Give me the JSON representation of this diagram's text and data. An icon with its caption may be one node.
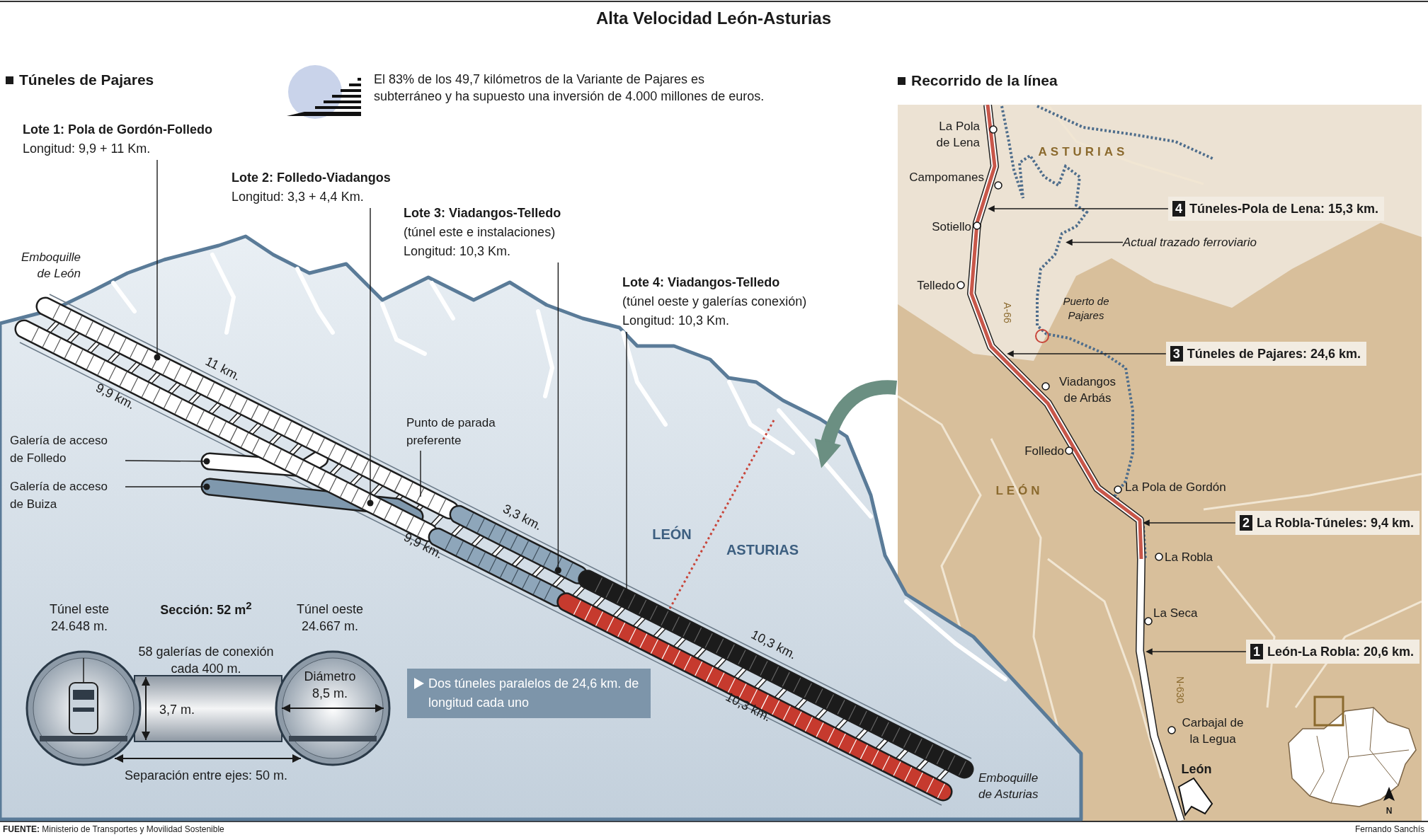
{
  "diagram": {
    "title": "Alta Velocidad León-Asturias",
    "nodes": [
      {
        "text": [
          "Lote 1: Pola de Gordón-Folledo",
          "Longitud: 9,9 + 11 Km."
        ]
      },
      {
        "text": [
          "Lote 2: Folledo-Viadangos",
          "Longitud: 3,3 + 4,4 Km."
        ]
      },
      {
        "text": [
          "Lote 3: Viadangos-Telledo",
          "(túnel este e instalaciones)",
          "Longitud: 10,3 Km."
        ]
      },
      {
        "text": [
          "Lote 4: Viadangos-Telledo",
          "(túnel oeste y galerías conexión)",
          "Longitud: 10,3 Km."
        ]
      },
      {
        "text": [
          "Galería de acceso de Folledo"
        ]
      },
      {
        "text": [
          "Galería de acceso de Buiza"
        ]
      },
      {
        "text": [
          "Punto de parada preferente"
        ]
      },
      {
        "text": [
          "Dos túneles paralelos de 24,6 km. de longitud cada uno"
        ]
      },
      {
        "text": [
          "Recorrido de la línea"
        ]
      },
      {
        "text": [
          "4",
          "Túneles-Pola de Lena: 15,3 km."
        ],
        "in": 8
      },
      {
        "text": [
          "Actual trazado ferroviario"
        ],
        "in": 8
      },
      {
        "text": [
          "3",
          "Túneles de Pajares: 24,6 km."
        ],
        "in": 8
      },
      {
        "text": [
          "2",
          "La Robla-Túneles: 9,4 km."
        ],
        "in": 8
      },
      {
        "text": [
          "1",
          "León-La Robla: 20,6 km."
        ],
        "in": 8
      }
    ],
    "edges": [
      {
        "from": 0,
        "to": null,
        "arrow": "other"
      },
      {
        "from": 1,
        "to": null,
        "arrow": "other"
      },
      {
        "from": 2,
        "to": null,
        "arrow": "other"
      },
      {
        "from": 3,
        "to": null,
        "arrow": "other"
      },
      {
        "from": 4,
        "to": null,
        "arrow": "other"
      },
      {
        "from": 5,
        "to": null,
        "arrow": "other"
      },
      {
        "from": 6,
        "to": null,
        "arrow": "none"
      },
      {
        "from": 9,
        "to": null,
        "arrow": "to"
      },
      {
        "from": 10,
        "to": null,
        "arrow": "to"
      },
      {
        "from": 11,
        "to": null,
        "arrow": "to"
      },
      {
        "from": 12,
        "to": null,
        "arrow": "to"
      },
      {
        "from": 13,
        "to": null,
        "arrow": "to"
      },
      {
        "from": 8,
        "to": null,
        "arrow": "to",
        "style": "thick",
        "color": "#6b8f82"
      }
    ],
    "labels": [
      "Túneles de Pajares",
      "El 83% de los 49,7 kilómetros de la Variante de Pajares es subterráneo y ha supuesto una inversión de 4.000 millones de euros.",
      "Emboquille de León",
      "11 km.",
      "9,9 km.",
      "3,3 km.",
      "9,9 km.",
      "LEÓN",
      "ASTURIAS",
      "10,3 km.",
      "10,3 km.",
      "Emboquille de Asturias",
      "Túnel este 24.648 m.",
      "Sección: 52 m$^{2}$",
      "Túnel oeste 24.667 m.",
      "58 galerías de conexión cada 400 m.",
      "Diámetro 8,5 m.",
      "3,7 m.",
      "Separación entre ejes: 50 m.",
      "La Pola de Lena",
      "ASTURIAS",
      "Campomanes",
      "Sotiello",
      "Telledo",
      "A-66",
      "Puerto de Pajares",
      "Viadangos de Arbás",
      "Folledo",
      "LEÓN",
      "La Pola de Gordón",
      "La Robla",
      "La Seca",
      "N-630",
      "Carbajal de la Legua",
      "León",
      "N",
      "**FUENTE:** Ministerio de Transportes y Movilidad Sostenible",
      "Fernando Sanchís"
    ]
  }
}
